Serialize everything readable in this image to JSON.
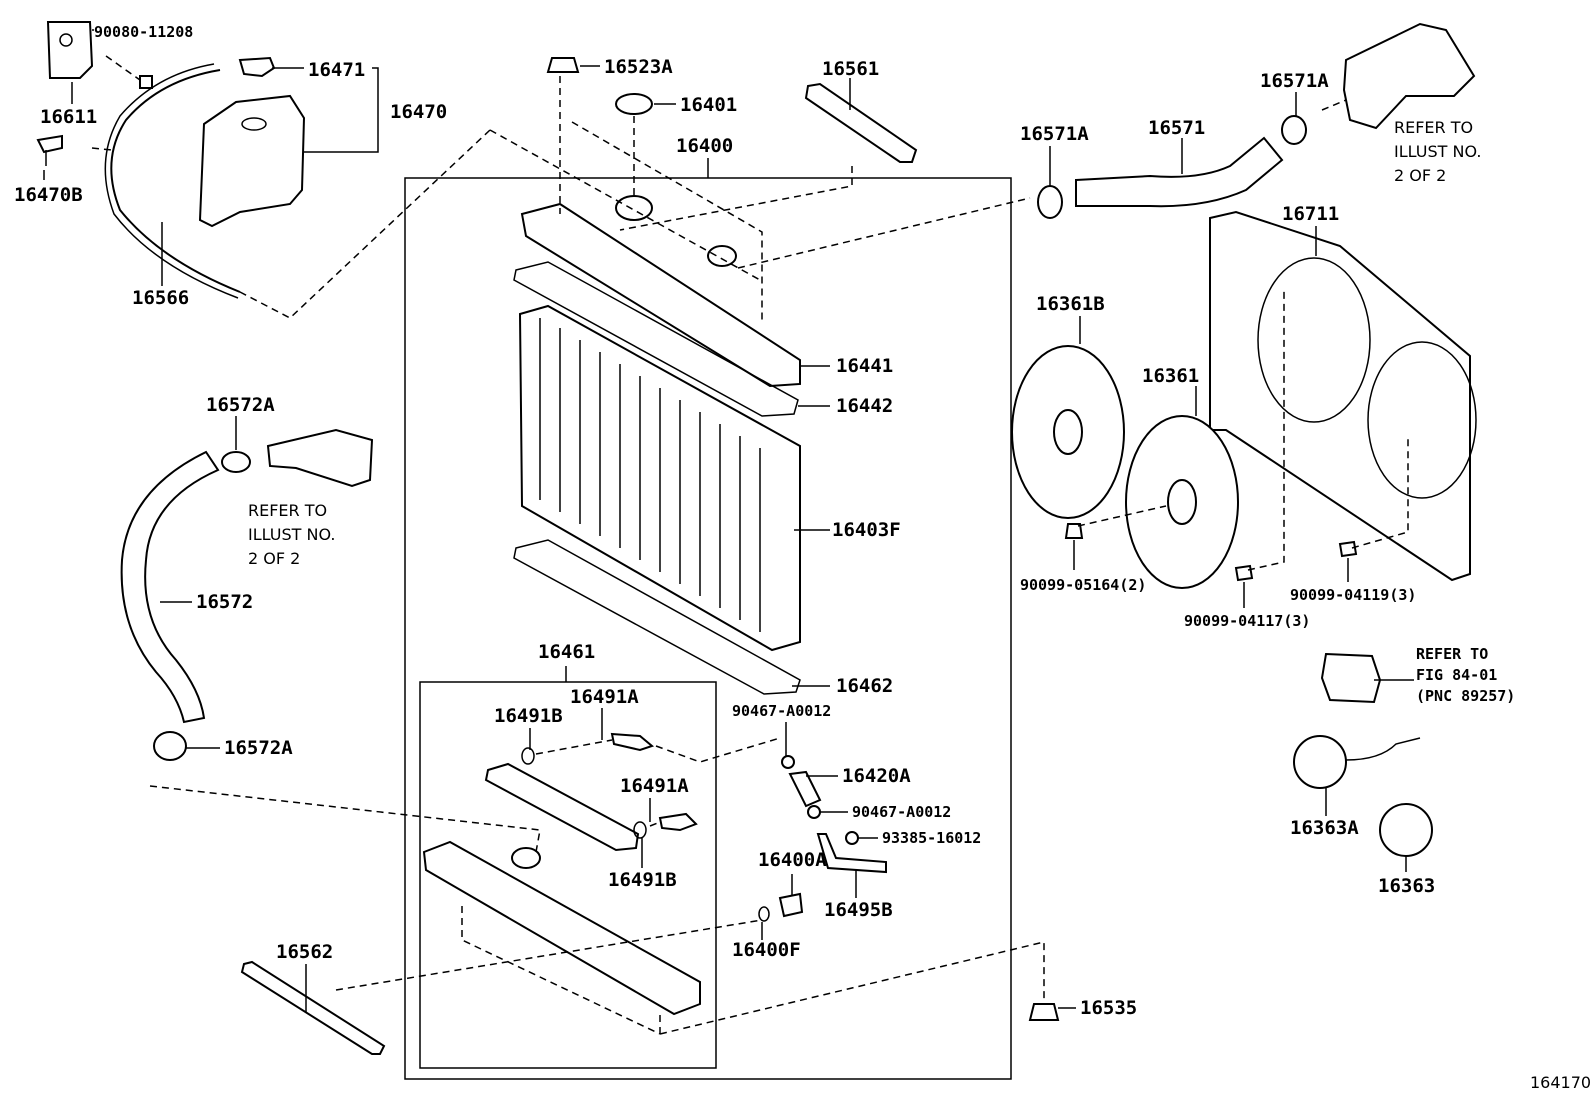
{
  "diagram_id": "164170",
  "labels": {
    "p90080_11208": "90080-11208",
    "p16611": "16611",
    "p16470B": "16470B",
    "p16471": "16471",
    "p16470": "16470",
    "p16566": "16566",
    "p16523A": "16523A",
    "p16401": "16401",
    "p16400": "16400",
    "p16561": "16561",
    "p16441": "16441",
    "p16442": "16442",
    "p16403F": "16403F",
    "p16462": "16462",
    "p16461": "16461",
    "p16491A_a": "16491A",
    "p16491B_a": "16491B",
    "p16491A_b": "16491A",
    "p16491B_b": "16491B",
    "p90467_a": "90467-A0012",
    "p16420A": "16420A",
    "p90467_b": "90467-A0012",
    "p93385": "93385-16012",
    "p16400A": "16400A",
    "p16495B": "16495B",
    "p16400F": "16400F",
    "p16535": "16535",
    "p16562": "16562",
    "p16572A_top": "16572A",
    "p16572": "16572",
    "p16572A_bottom": "16572A",
    "p16571A_left": "16571A",
    "p16571": "16571",
    "p16571A_right": "16571A",
    "p16711": "16711",
    "p16361B": "16361B",
    "p16361": "16361",
    "p90099_05164": "90099-05164(2)",
    "p90099_04117": "90099-04117(3)",
    "p90099_04119": "90099-04119(3)",
    "p16363A": "16363A",
    "p16363": "16363"
  },
  "notes": {
    "refer_right_1": "REFER TO",
    "refer_right_2": "ILLUST NO.",
    "refer_right_3": "2 OF 2",
    "refer_left_1": "REFER TO",
    "refer_left_2": "ILLUST NO.",
    "refer_left_3": "2 OF 2",
    "fig_1": "REFER TO",
    "fig_2": "FIG 84-01",
    "fig_3": "(PNC 89257)"
  }
}
